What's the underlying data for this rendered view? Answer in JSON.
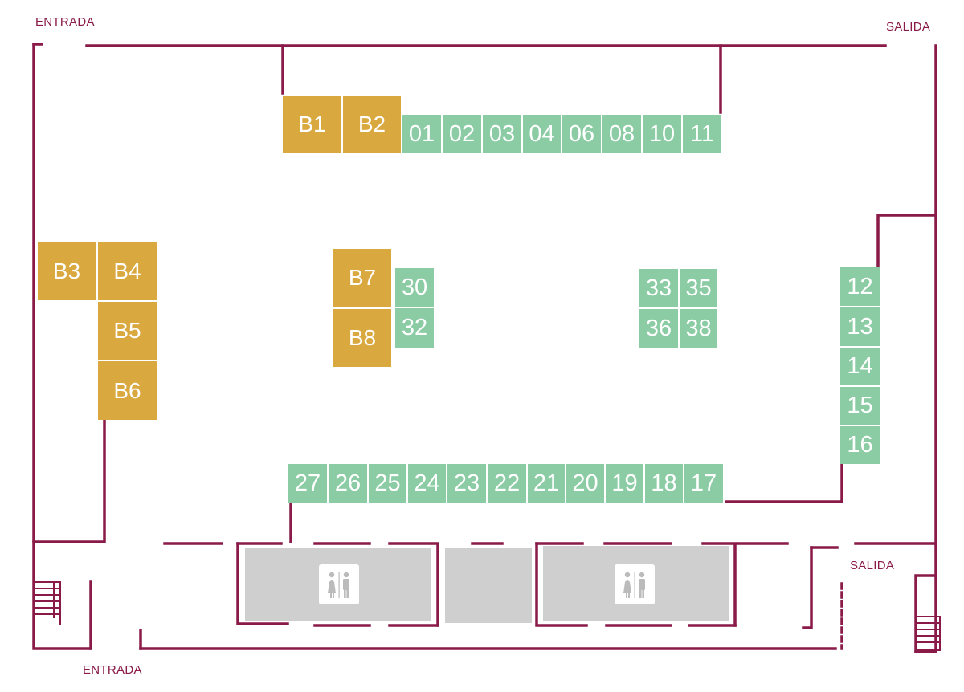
{
  "labels": {
    "entrance_top": "ENTRADA",
    "entrance_bottom": "ENTRADA",
    "exit_top": "SALIDA",
    "exit_bottom": "SALIDA"
  },
  "colors": {
    "walls": "#8a1a48",
    "stand_standard": "#8ccca5",
    "stand_premium": "#d9a83f",
    "service_area": "#cfcfcf"
  },
  "stands": {
    "b1": "B1",
    "b2": "B2",
    "b3": "B3",
    "b4": "B4",
    "b5": "B5",
    "b6": "B6",
    "b7": "B7",
    "b8": "B8",
    "s01": "01",
    "s02": "02",
    "s03": "03",
    "s04": "04",
    "s06": "06",
    "s08": "08",
    "s10": "10",
    "s11": "11",
    "s12": "12",
    "s13": "13",
    "s14": "14",
    "s15": "15",
    "s16": "16",
    "s17": "17",
    "s18": "18",
    "s19": "19",
    "s20": "20",
    "s21": "21",
    "s22": "22",
    "s23": "23",
    "s24": "24",
    "s25": "25",
    "s26": "26",
    "s27": "27",
    "s30": "30",
    "s32": "32",
    "s33": "33",
    "s35": "35",
    "s36": "36",
    "s38": "38"
  },
  "icons": {
    "restroom_1": "restroom-icon",
    "restroom_2": "restroom-icon",
    "stairs_1": "stairs-icon",
    "stairs_2": "stairs-icon"
  }
}
